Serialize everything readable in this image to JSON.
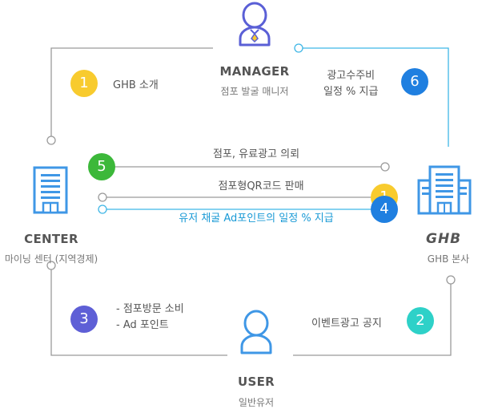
{
  "nodes": {
    "manager": {
      "title": "MANAGER",
      "subtitle": "점포 발굴 매니저"
    },
    "center": {
      "title": "CENTER",
      "subtitle": "마이닝 센터 (지역경제)"
    },
    "ghb": {
      "logo_text": "GHB",
      "subtitle": "GHB 본사"
    },
    "user": {
      "title": "USER",
      "subtitle": "일반유저"
    }
  },
  "steps": [
    {
      "number": "1",
      "label": "GHB 소개",
      "color": "#f8cb2e"
    },
    {
      "number": "6",
      "line1": "광고수주비",
      "line2": "일정 % 지급",
      "color": "#1f7fe0"
    },
    {
      "number": "5",
      "label": "점포, 유료광고 의뢰",
      "color": "#3cb83a"
    },
    {
      "number": "1",
      "label": "점포형QR코드 판매",
      "color": "#f8cb2e"
    },
    {
      "number": "4",
      "label": "유저 채굴 Ad포인트의 일정  % 지급",
      "color": "#1f7fe0"
    },
    {
      "number": "3",
      "line1": "- 점포방문 소비",
      "line2": "- Ad 포인트",
      "color": "#5e5fd6"
    },
    {
      "number": "2",
      "label": "이벤트광고 공지",
      "color": "#2ed1c8"
    }
  ],
  "colors": {
    "line_gray": "#9a9a9a",
    "line_blue": "#3fb6e6",
    "icon_blue": "#3f97e6"
  }
}
